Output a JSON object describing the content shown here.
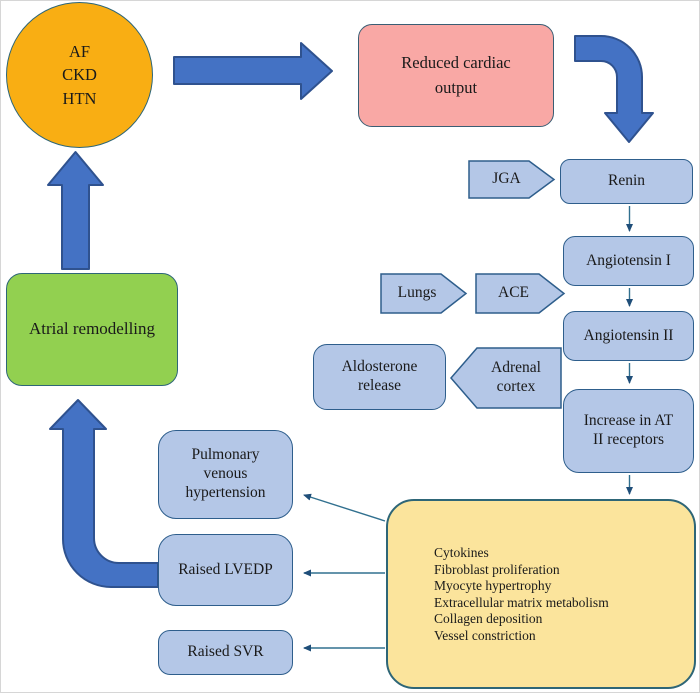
{
  "figure": {
    "type": "flowchart",
    "description": "Pathophysiology cycle linking reduced cardiac output, renin-angiotensin-aldosterone activation and atrial remodelling"
  },
  "colors": {
    "node_blue": "#B4C7E7",
    "node_blue_border": "#2E5E8C",
    "arrow_blue": "#4472C4",
    "arrow_blue_border": "#2F528F",
    "circle_gold": "#F9AE13",
    "pink": "#F9A8A5",
    "green": "#92D050",
    "yellow": "#FBE49C",
    "connector": "#31708F",
    "white_arrow": "#FFFFFF"
  },
  "nodes": {
    "af": {
      "label": "AF\nCKD\nHTN"
    },
    "reduced_cardiac_output": {
      "label": "Reduced cardiac\noutput"
    },
    "jga": {
      "label": "JGA"
    },
    "renin": {
      "label": "Renin"
    },
    "angiotensin_i": {
      "label": "Angiotensin I"
    },
    "lungs": {
      "label": "Lungs"
    },
    "ace": {
      "label": "ACE"
    },
    "angiotensin_ii": {
      "label": "Angiotensin II"
    },
    "aldosterone": {
      "label": "Aldosterone\nrelease"
    },
    "adrenal_cortex": {
      "label": "Adrenal\ncortex"
    },
    "increase_at": {
      "label": "Increase in AT\nII receptors"
    },
    "atrial_remodelling": {
      "label": "Atrial remodelling"
    },
    "pulmonary": {
      "label": "Pulmonary\nvenous\nhypertension"
    },
    "raised_lvedp": {
      "label": "Raised LVEDP"
    },
    "raised_svr": {
      "label": "Raised SVR"
    },
    "effects": {
      "items": [
        "Cytokines",
        "Fibroblast proliferation",
        "Myocyte hypertrophy",
        "Extracellular matrix metabolism",
        "Collagen deposition",
        "Vessel constriction"
      ]
    }
  }
}
